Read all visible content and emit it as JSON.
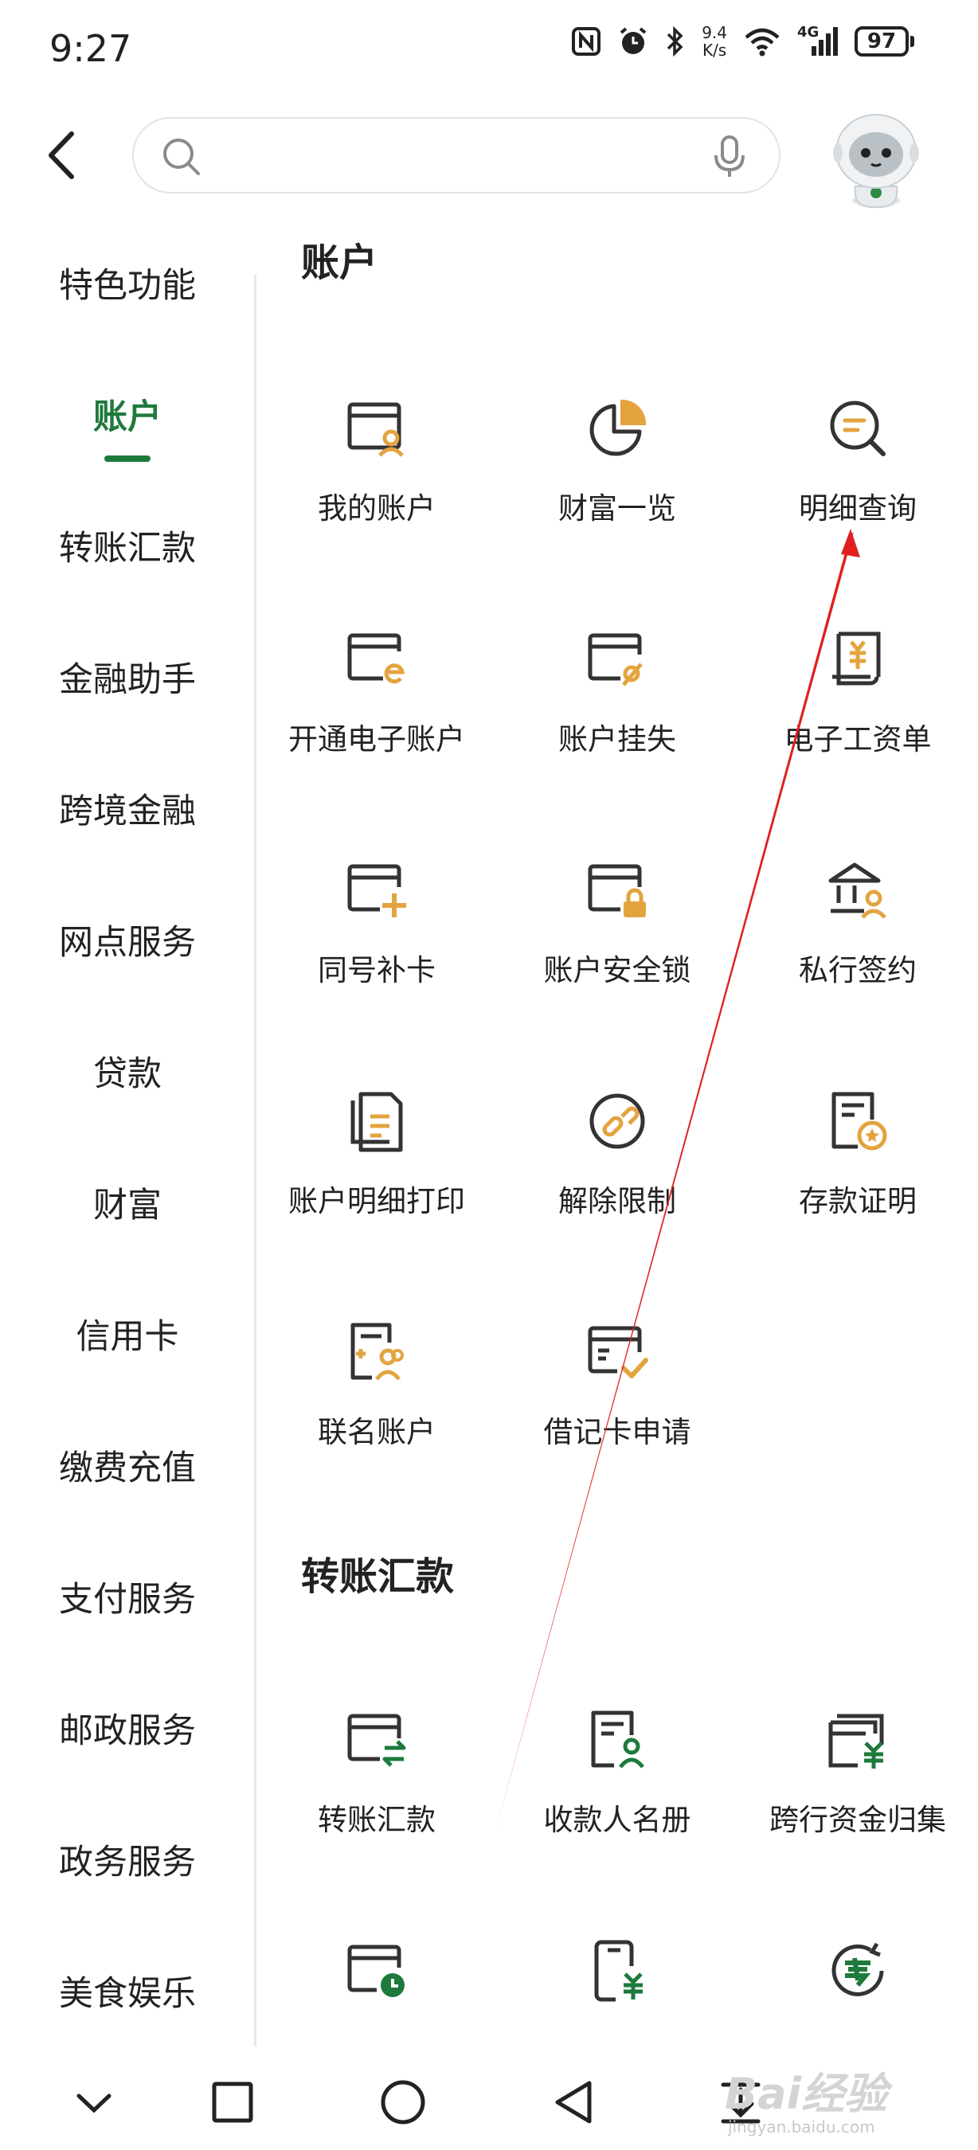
{
  "status_bar": {
    "time": "9:27",
    "net_speed_value": "9.4",
    "net_speed_unit": "K/s",
    "signal_label": "4G",
    "battery": "97",
    "icons": [
      "nfc-icon",
      "alarm-icon",
      "bluetooth-icon",
      "wifi-icon",
      "cellular-signal-icon",
      "battery-icon"
    ]
  },
  "header": {
    "back_icon": "chevron-left-icon",
    "search_placeholder": "",
    "search_value": "",
    "search_icon": "search-icon",
    "mic_icon": "microphone-icon",
    "avatar_icon": "astronaut-mascot-avatar"
  },
  "left_nav": {
    "items": [
      {
        "label": "特色功能",
        "active": false
      },
      {
        "label": "账户",
        "active": true
      },
      {
        "label": "转账汇款",
        "active": false
      },
      {
        "label": "金融助手",
        "active": false
      },
      {
        "label": "跨境金融",
        "active": false
      },
      {
        "label": "网点服务",
        "active": false
      },
      {
        "label": "贷款",
        "active": false
      },
      {
        "label": "财富",
        "active": false
      },
      {
        "label": "信用卡",
        "active": false
      },
      {
        "label": "缴费充值",
        "active": false
      },
      {
        "label": "支付服务",
        "active": false
      },
      {
        "label": "邮政服务",
        "active": false
      },
      {
        "label": "政务服务",
        "active": false
      },
      {
        "label": "美食娱乐",
        "active": false
      }
    ]
  },
  "sections": [
    {
      "title": "账户",
      "items": [
        {
          "label": "我的账户",
          "icon": "account-card-user-icon"
        },
        {
          "label": "财富一览",
          "icon": "pie-chart-icon"
        },
        {
          "label": "明细查询",
          "icon": "detail-search-icon"
        },
        {
          "label": "开通电子账户",
          "icon": "card-e-icon"
        },
        {
          "label": "账户挂失",
          "icon": "card-report-loss-icon"
        },
        {
          "label": "电子工资单",
          "icon": "payslip-icon"
        },
        {
          "label": "同号补卡",
          "icon": "card-plus-icon"
        },
        {
          "label": "账户安全锁",
          "icon": "card-lock-icon"
        },
        {
          "label": "私行签约",
          "icon": "bank-user-icon"
        },
        {
          "label": "账户明细打印",
          "icon": "documents-print-icon"
        },
        {
          "label": "解除限制",
          "icon": "unlock-restriction-icon"
        },
        {
          "label": "存款证明",
          "icon": "deposit-certificate-icon"
        },
        {
          "label": "联名账户",
          "icon": "joint-account-icon"
        },
        {
          "label": "借记卡申请",
          "icon": "debit-card-apply-icon"
        }
      ]
    },
    {
      "title": "转账汇款",
      "items": [
        {
          "label": "转账汇款",
          "icon": "card-transfer-icon"
        },
        {
          "label": "收款人名册",
          "icon": "payee-list-icon"
        },
        {
          "label": "跨行资金归集",
          "icon": "fund-collection-icon"
        },
        {
          "label": "",
          "icon": "card-clock-icon"
        },
        {
          "label": "",
          "icon": "phone-yuan-icon"
        },
        {
          "label": "",
          "icon": "postal-logo-icon"
        }
      ]
    }
  ],
  "bottom_bar": {
    "icons": [
      "chevron-down-icon",
      "recents-square-icon",
      "home-circle-icon",
      "back-triangle-icon",
      "download-tray-icon"
    ]
  },
  "watermark": {
    "logo": "Bai经验",
    "sub": "jingyan.baidu.com"
  },
  "colors": {
    "accent_green": "#1e7a3c",
    "icon_orange": "#e3a440",
    "icon_dark": "#333333",
    "annotation_red": "#e02020"
  }
}
